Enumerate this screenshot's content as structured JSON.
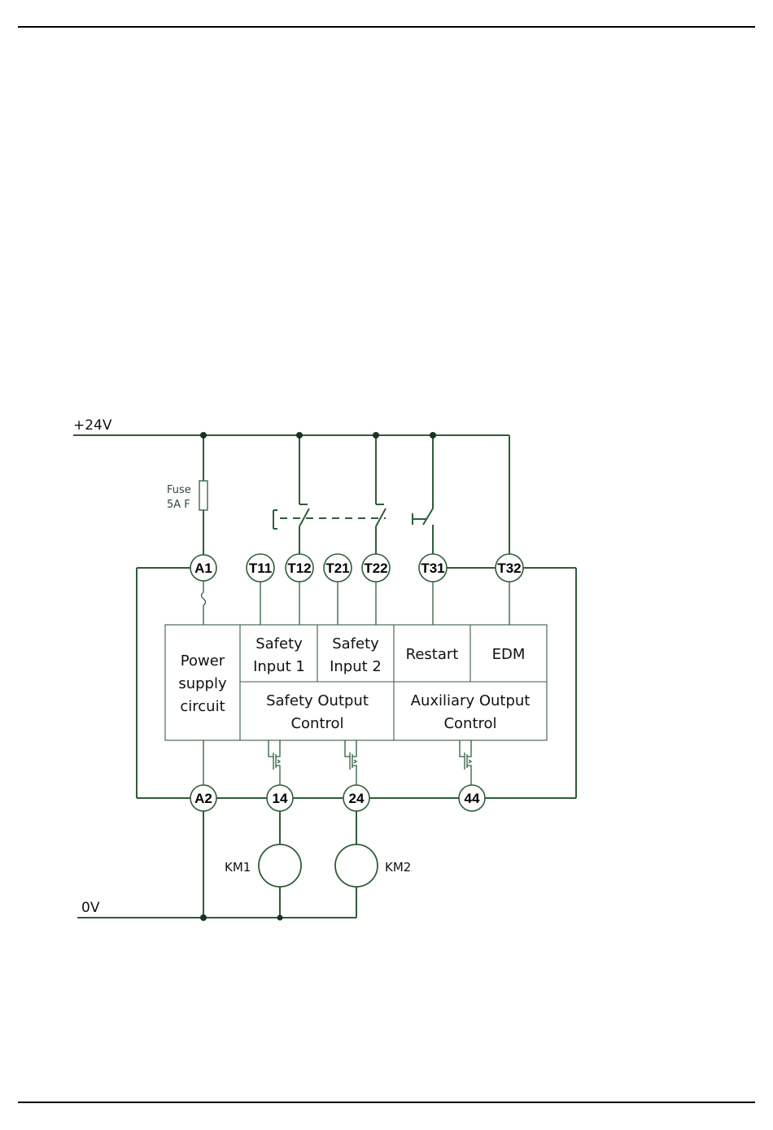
{
  "rails": {
    "positive": "+24V",
    "zero": "0V"
  },
  "fuse": {
    "line1": "Fuse",
    "line2": "5A F"
  },
  "terminals": {
    "a1": "A1",
    "t11": "T11",
    "t12": "T12",
    "t21": "T21",
    "t22": "T22",
    "t31": "T31",
    "t32": "T32",
    "a2": "A2",
    "o14": "14",
    "o24": "24",
    "o44": "44"
  },
  "blocks": {
    "power": [
      "Power",
      "supply",
      "circuit"
    ],
    "safety_input_1": [
      "Safety",
      "Input 1"
    ],
    "safety_input_2": [
      "Safety",
      "Input 2"
    ],
    "restart": "Restart",
    "edm": "EDM",
    "safety_output": [
      "Safety Output",
      "Control"
    ],
    "aux_output": [
      "Auxiliary Output",
      "Control"
    ]
  },
  "loads": {
    "km1": "KM1",
    "km2": "KM2"
  },
  "colors": {
    "wire": "#2f5d3a",
    "junction": "#1a3322"
  }
}
